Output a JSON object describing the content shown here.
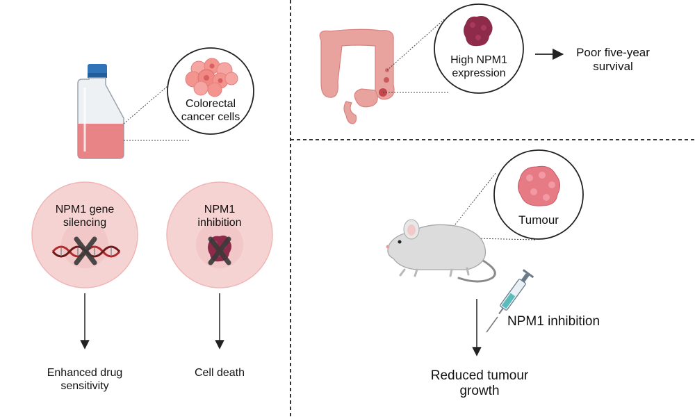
{
  "left_panel": {
    "bubble_label_line1": "Colorectal",
    "bubble_label_line2": "cancer cells",
    "silencing_line1": "NPM1 gene",
    "silencing_line2": "silencing",
    "inhibition_line1": "NPM1",
    "inhibition_line2": "inhibition",
    "outcome_left_line1": "Enhanced drug",
    "outcome_left_line2": "sensitivity",
    "outcome_right": "Cell death"
  },
  "top_right_panel": {
    "bubble_line1": "High NPM1",
    "bubble_line2": "expression",
    "outcome_line1": "Poor five-year",
    "outcome_line2": "survival"
  },
  "bottom_right_panel": {
    "bubble_label": "Tumour",
    "treatment_label": "NPM1 inhibition",
    "outcome_line1": "Reduced tumour",
    "outcome_line2": "growth"
  },
  "colors": {
    "tumor_dark": "#8e2a4a",
    "cell_pink": "#f6d3d3",
    "colon_pink": "#e9a39f",
    "flask_medium": "#e8787a",
    "cap_blue": "#2f73b8"
  }
}
